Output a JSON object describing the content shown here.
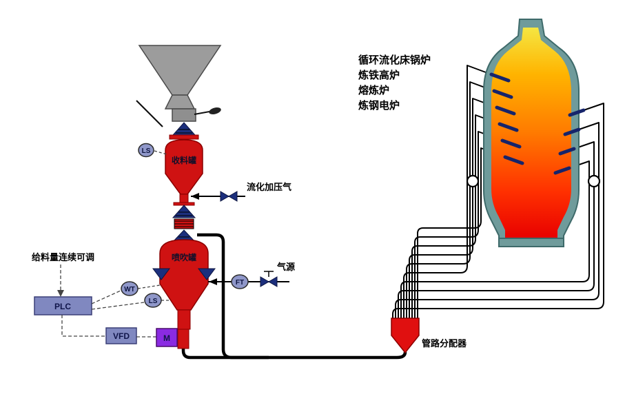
{
  "labels": {
    "feed_note": "给料量连续可调",
    "plc": "PLC",
    "vfd": "VFD",
    "motor": "M",
    "ls_upper": "LS",
    "ls_lower": "LS",
    "wt": "WT",
    "ft": "FT",
    "receiving_tank": "收料罐",
    "injection_tank": "喷吹罐",
    "fluidizing_gas": "流化加压气",
    "gas_source": "气源",
    "distributor": "管路分配器"
  },
  "applications": [
    "循环流化床锅炉",
    "炼铁高炉",
    "熔炼炉",
    "炼钢电炉"
  ],
  "colors": {
    "vessel_red": "#cf1212",
    "distributor_red": "#e01010",
    "valve_navy": "#1c2f7d",
    "instrument_fill": "#8f97c9",
    "control_box_fill": "#8088c0",
    "motor_purple": "#8a2be2",
    "hopper_gray": "#9c9c9c",
    "furnace_shell_teal": "#6f9b9b",
    "flame_yellow": "#f5e642",
    "flame_orange": "#ff7a00",
    "flame_red": "#e80000",
    "pipe_black": "#000000"
  }
}
